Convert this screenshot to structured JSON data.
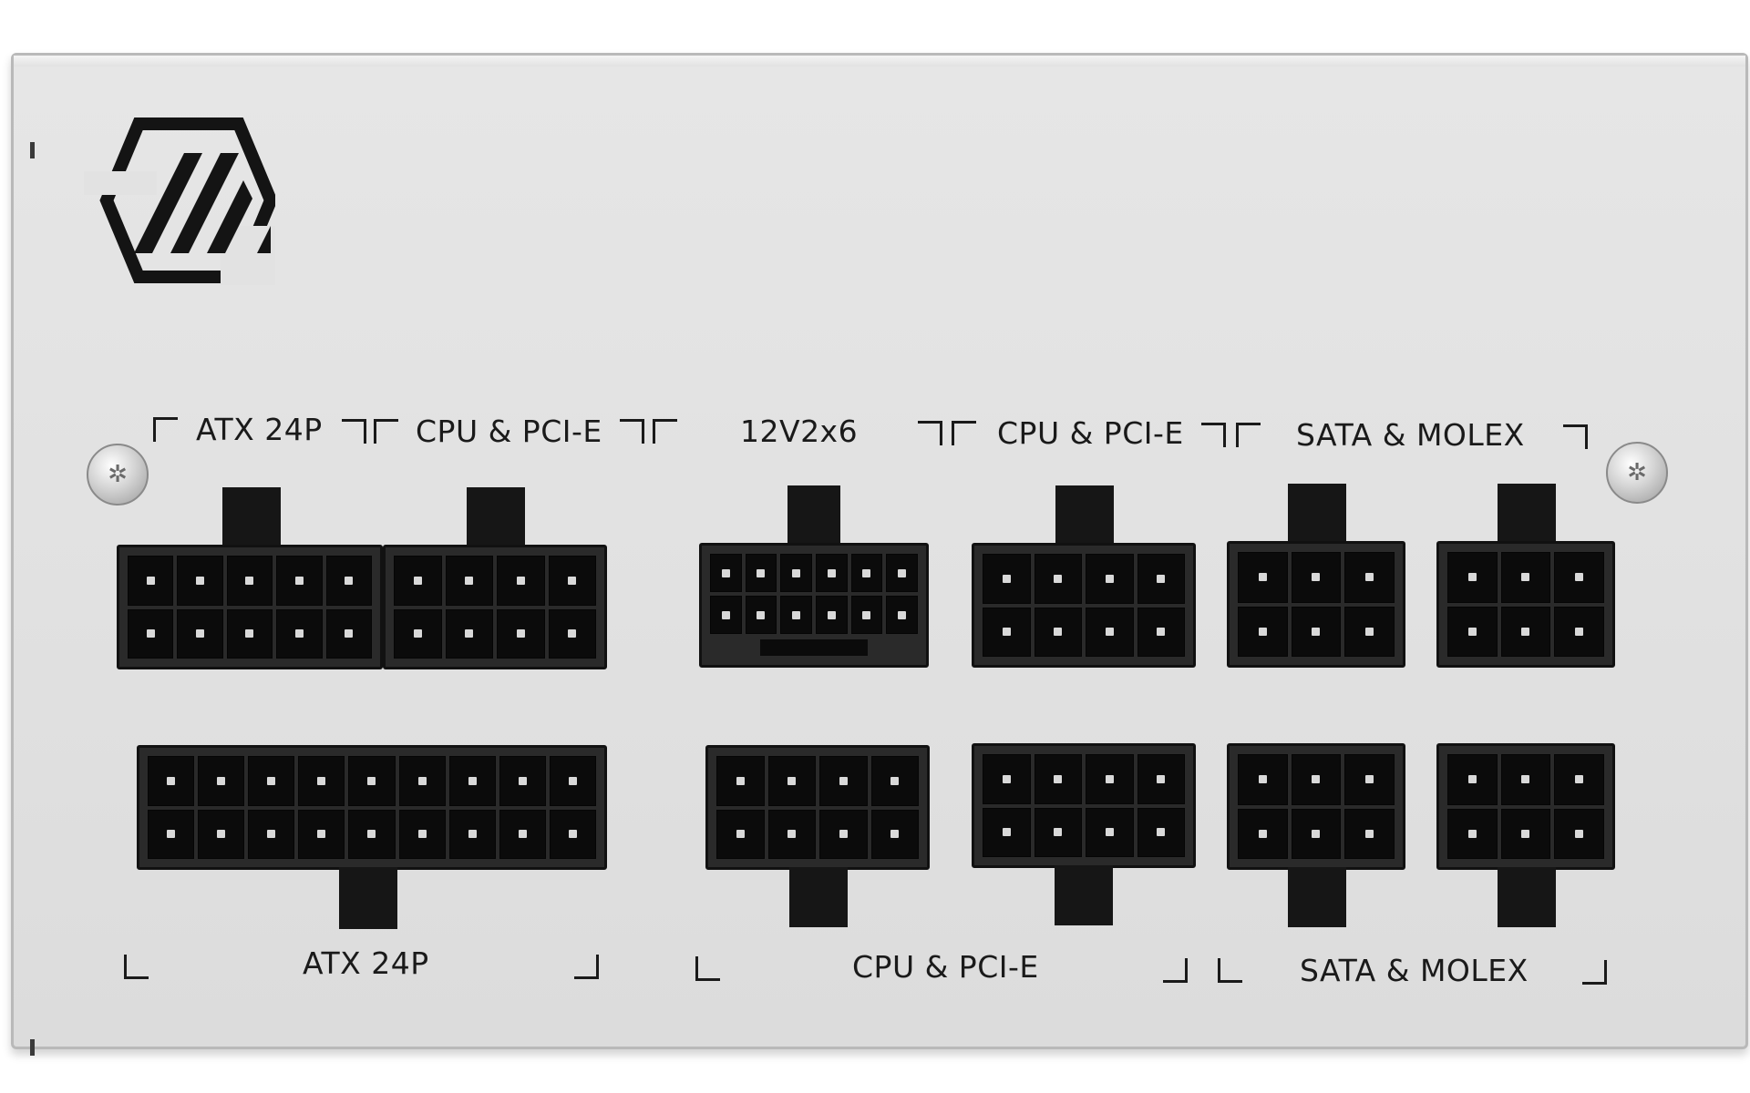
{
  "top_labels": {
    "atx": "ATX 24P",
    "cpu_pcie_left": "CPU & PCI-E",
    "v12v2x6": "12V2x6",
    "cpu_pcie_right": "CPU & PCI-E",
    "sata_molex": "SATA & MOLEX"
  },
  "bottom_labels": {
    "atx": "ATX 24P",
    "cpu_pcie": "CPU & PCI-E",
    "sata_molex": "SATA & MOLEX"
  },
  "colors": {
    "panel": "#e2e2e2",
    "connector": "#2a2a2a",
    "text": "#1a1a1a"
  },
  "icons": {
    "logo": "brand-logo-icon",
    "screw": "screw-icon"
  }
}
